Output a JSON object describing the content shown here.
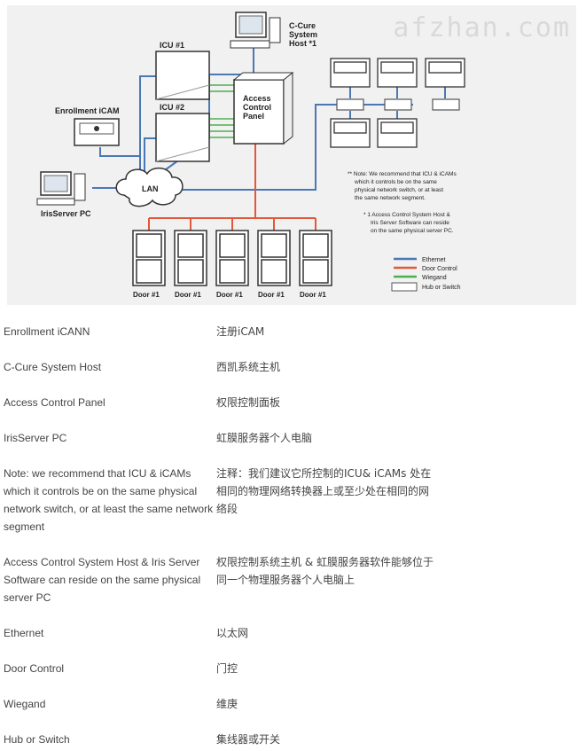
{
  "watermark": "afzhan.com",
  "diagram": {
    "labels": {
      "ccure_host": [
        "C-Cure",
        "System",
        "Host *1"
      ],
      "icu1": "ICU #1",
      "icu2": "ICU #2",
      "panel": [
        "Access",
        "Control",
        "Panel"
      ],
      "enrollment": "Enrollment iCAM",
      "lan": "LAN",
      "irisserver": "IrisServer PC",
      "door": "Door #1"
    },
    "notes": {
      "note1": [
        "** Note: We recommend that ICU & iCAMs",
        "which it controls be on the same",
        "physical network switch, or at least",
        "the same network segment."
      ],
      "note2": [
        "* 1 Access Control System Host &",
        "Iris Server Software can reside",
        "on the same physical server PC."
      ]
    },
    "legend": [
      {
        "label": "Ethernet",
        "color": "#4a78b5"
      },
      {
        "label": "Door Control",
        "color": "#e2583a"
      },
      {
        "label": "Wiegand",
        "color": "#4caf50"
      },
      {
        "label": "Hub or Switch",
        "color": "#999999"
      }
    ]
  },
  "table": [
    {
      "en": "Enrollment iCANN",
      "zh": "注册iCAM"
    },
    {
      "en": "C-Cure System Host",
      "zh": "西凯系统主机"
    },
    {
      "en": "Access Control Panel",
      "zh": "权限控制面板"
    },
    {
      "en": "IrisServer PC",
      "zh": "虹膜服务器个人电脑"
    },
    {
      "en": "Note: we recommend that ICU & iCAMs which it controls be on the same physical network switch, or at least the same network segment",
      "zh": "注释：我们建议它所控制的ICU& iCAMs 处在相同的物理网络转换器上或至少处在相同的网络段"
    },
    {
      "en": "Access Control System Host & Iris Server Software can reside on the same physical server PC",
      "zh": "权限控制系统主机 & 虹膜服务器软件能够位于同一个物理服务器个人电脑上"
    },
    {
      "en": "Ethernet",
      "zh": "以太网"
    },
    {
      "en": "Door Control",
      "zh": "门控"
    },
    {
      "en": "Wiegand",
      "zh": "维庚"
    },
    {
      "en": "Hub or Switch",
      "zh": "集线器或开关"
    }
  ]
}
